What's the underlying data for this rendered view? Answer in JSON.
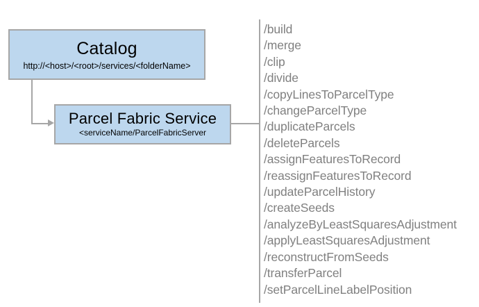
{
  "diagram": {
    "nodes": [
      {
        "id": "catalog",
        "title": "Catalog",
        "subtitle": "http://<host>/<root>/services/<folderName>"
      },
      {
        "id": "service",
        "title": "Parcel Fabric Service",
        "subtitle": "<serviceName/ParcelFabricServer"
      }
    ],
    "operations": [
      "/build",
      "/merge",
      "/clip",
      "/divide",
      "/copyLinesToParcelType",
      "/changeParcelType",
      "/duplicateParcels",
      "/deleteParcels",
      "/assignFeaturesToRecord",
      "/reassignFeaturesToRecord",
      "/updateParcelHistory",
      "/createSeeds",
      "/analyzeByLeastSquaresAdjustment",
      "/applyLeastSquaresAdjustment",
      "/reconstructFromSeeds",
      "/transferParcel",
      "/setParcelLineLabelPosition"
    ],
    "colors": {
      "node_fill": "#bdd7ee",
      "node_border": "#a6a6a6",
      "connector": "#a6a6a6",
      "operation_text": "#808080",
      "node_text": "#000000",
      "background": "#ffffff"
    }
  }
}
